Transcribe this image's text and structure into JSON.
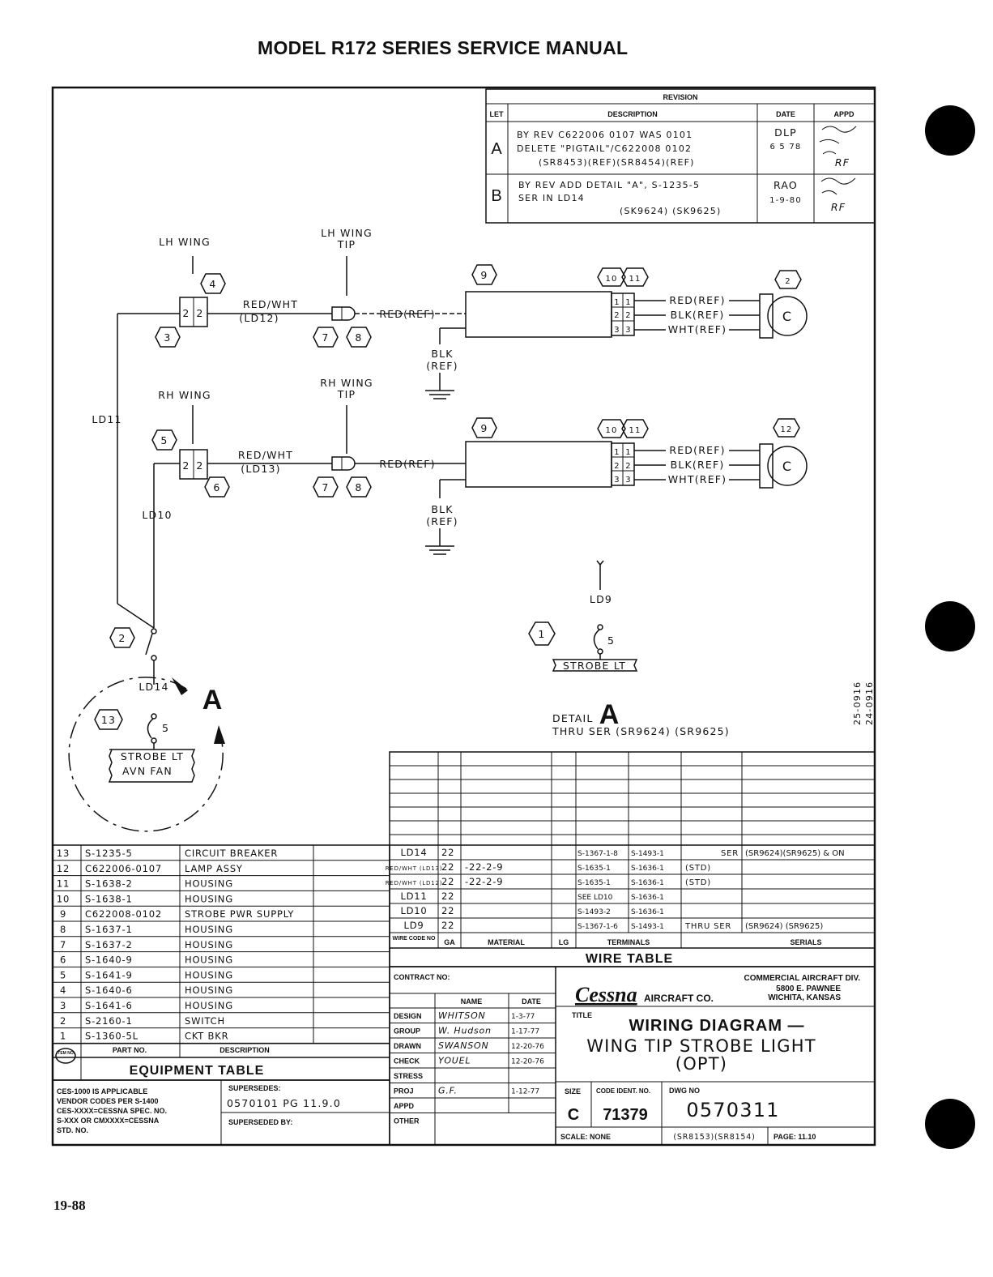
{
  "header": {
    "title": "MODEL R172 SERIES SERVICE MANUAL",
    "page_number": "19-88"
  },
  "revision": {
    "title": "REVISION",
    "columns": [
      "LET",
      "DESCRIPTION",
      "DATE",
      "APPD"
    ],
    "rows": [
      {
        "let": "A",
        "lines": [
          "BY REV C622006 0107 WAS 0101",
          "DELETE \"PIGTAIL\"/C622008 0102",
          "(SR8453)(REF)(SR8454)(REF)"
        ],
        "date": [
          "DLP",
          "6 5 78"
        ],
        "appd": "RF"
      },
      {
        "let": "B",
        "lines": [
          "BY REV ADD DETAIL \"A\", S-1235-5",
          "SER IN LD14",
          "(SK9624) (SK9625)"
        ],
        "date": [
          "RAO",
          "1-9-80"
        ],
        "appd": "RF"
      }
    ]
  },
  "diagram": {
    "lh_wing": "LH WING",
    "lh_wing_tip": [
      "LH WING",
      "TIP"
    ],
    "rh_wing": "RH WING",
    "rh_wing_tip": [
      "RH WING",
      "TIP"
    ],
    "red_wht_ld12": [
      "RED/WHT",
      "(LD12)"
    ],
    "red_wht_ld13": [
      "RED/WHT",
      "(LD13)"
    ],
    "red_ref": "RED(REF)",
    "blk_ref": [
      "BLK",
      "(REF)"
    ],
    "out_red": "RED(REF)",
    "out_blk": "BLK(REF)",
    "out_wht": "WHT(REF)",
    "lamp_c": "C",
    "ld11": "LD11",
    "ld10": "LD10",
    "ld9": "LD9",
    "ld14": "LD14",
    "pin5": "5",
    "strobe_lt": "STROBE LT",
    "strobe_lt_avn": [
      "STROBE LT",
      "AVN FAN"
    ],
    "detail_label": "DETAIL",
    "detail_letter": "A",
    "detail_thru": "THRU SER (SR9624) (SR9625)",
    "side_codes": [
      "25-0916",
      "24-0916"
    ],
    "pin_numbers": [
      "1",
      "2",
      "3"
    ],
    "connector_pins": [
      "2",
      "2"
    ],
    "callouts": [
      "1",
      "2",
      "3",
      "4",
      "5",
      "6",
      "7",
      "8",
      "9",
      "10",
      "11",
      "12",
      "13"
    ]
  },
  "equipment_table": {
    "title": "EQUIPMENT TABLE",
    "col_part": "PART NO.",
    "col_desc": "DESCRIPTION",
    "item_no": "ITEM NO.",
    "rows": [
      {
        "item": "13",
        "part": "S-1235-5",
        "desc": "CIRCUIT BREAKER"
      },
      {
        "item": "12",
        "part": "C622006-0107",
        "desc": "LAMP ASSY"
      },
      {
        "item": "11",
        "part": "S-1638-2",
        "desc": "HOUSING"
      },
      {
        "item": "10",
        "part": "S-1638-1",
        "desc": "HOUSING"
      },
      {
        "item": "9",
        "part": "C622008-0102",
        "desc": "STROBE PWR SUPPLY"
      },
      {
        "item": "8",
        "part": "S-1637-1",
        "desc": "HOUSING"
      },
      {
        "item": "7",
        "part": "S-1637-2",
        "desc": "HOUSING"
      },
      {
        "item": "6",
        "part": "S-1640-9",
        "desc": "HOUSING"
      },
      {
        "item": "5",
        "part": "S-1641-9",
        "desc": "HOUSING"
      },
      {
        "item": "4",
        "part": "S-1640-6",
        "desc": "HOUSING"
      },
      {
        "item": "3",
        "part": "S-1641-6",
        "desc": "HOUSING"
      },
      {
        "item": "2",
        "part": "S-2160-1",
        "desc": "SWITCH"
      },
      {
        "item": "1",
        "part": "S-1360-5L",
        "desc": "CKT BKR"
      }
    ]
  },
  "wire_table": {
    "title": "WIRE TABLE",
    "headers": [
      "WIRE CODE NO",
      "GA",
      "MATERIAL",
      "LG",
      "TERMINALS",
      "SERIALS"
    ],
    "rows": [
      {
        "code": "LD14",
        "ga": "22",
        "mat": "",
        "t1": "S-1367-1-8",
        "t2": "S-1493-1",
        "ser": "SER",
        "serials": "(SR9624)(SR9625) & ON"
      },
      {
        "code": "RED/WHT (LD13)",
        "ga": "22",
        "mat": "-22-2-9",
        "t1": "S-1635-1",
        "t2": "S-1636-1",
        "ser": "(STD)",
        "serials": ""
      },
      {
        "code": "RED/WHT (LD12)",
        "ga": "22",
        "mat": "-22-2-9",
        "t1": "S-1635-1",
        "t2": "S-1636-1",
        "ser": "(STD)",
        "serials": ""
      },
      {
        "code": "LD11",
        "ga": "22",
        "mat": "",
        "t1": "SEE LD10",
        "t2": "S-1636-1",
        "ser": "",
        "serials": ""
      },
      {
        "code": "LD10",
        "ga": "22",
        "mat": "",
        "t1": "S-1493-2",
        "t2": "S-1636-1",
        "ser": "",
        "serials": ""
      },
      {
        "code": "LD9",
        "ga": "22",
        "mat": "",
        "t1": "S-1367-1-6",
        "t2": "S-1493-1",
        "ser": "THRU SER",
        "serials": "(SR9624) (SR9625)"
      }
    ]
  },
  "title_block": {
    "contract_no": "CONTRACT NO:",
    "name_col": "NAME",
    "date_col": "DATE",
    "roles": [
      {
        "role": "DESIGN",
        "name": "WHITSON",
        "date": "1-3-77"
      },
      {
        "role": "GROUP",
        "name": "W. Hudson",
        "date": "1-17-77"
      },
      {
        "role": "DRAWN",
        "name": "SWANSON",
        "date": "12-20-76"
      },
      {
        "role": "CHECK",
        "name": "YOUEL",
        "date": "12-20-76"
      },
      {
        "role": "STRESS",
        "name": "",
        "date": ""
      },
      {
        "role": "PROJ",
        "name": "G.F.",
        "date": "1-12-77"
      },
      {
        "role": "APPD",
        "name": "",
        "date": ""
      },
      {
        "role": "OTHER",
        "name": "",
        "date": ""
      }
    ],
    "company_logo": "Cessna",
    "company_suffix": "AIRCRAFT CO.",
    "division": [
      "COMMERCIAL AIRCRAFT DIV.",
      "5800 E. PAWNEE",
      "WICHITA, KANSAS"
    ],
    "title_label": "TITLE",
    "title_line1": "WIRING DIAGRAM —",
    "title_line2": "WING TIP STROBE LIGHT",
    "title_line3": "(OPT)",
    "size_label": "SIZE",
    "size": "C",
    "code_ident_label": "CODE IDENT. NO.",
    "code_ident": "71379",
    "dwg_no_label": "DWG NO",
    "dwg_no": "0570311",
    "scale": "SCALE: NONE",
    "scale_refs": "(SR8153)(SR8154)",
    "page": "PAGE: 11.10",
    "notes": [
      "CES-1000 IS APPLICABLE",
      "VENDOR CODES PER S-1400",
      "CES-XXXX=CESSNA SPEC. NO.",
      "S-XXX OR CMXXXX=CESSNA",
      "STD. NO."
    ],
    "supersedes_label": "SUPERSEDES:",
    "supersedes": "0570101 PG 11.9.0",
    "superseded_by_label": "SUPERSEDED BY:"
  }
}
